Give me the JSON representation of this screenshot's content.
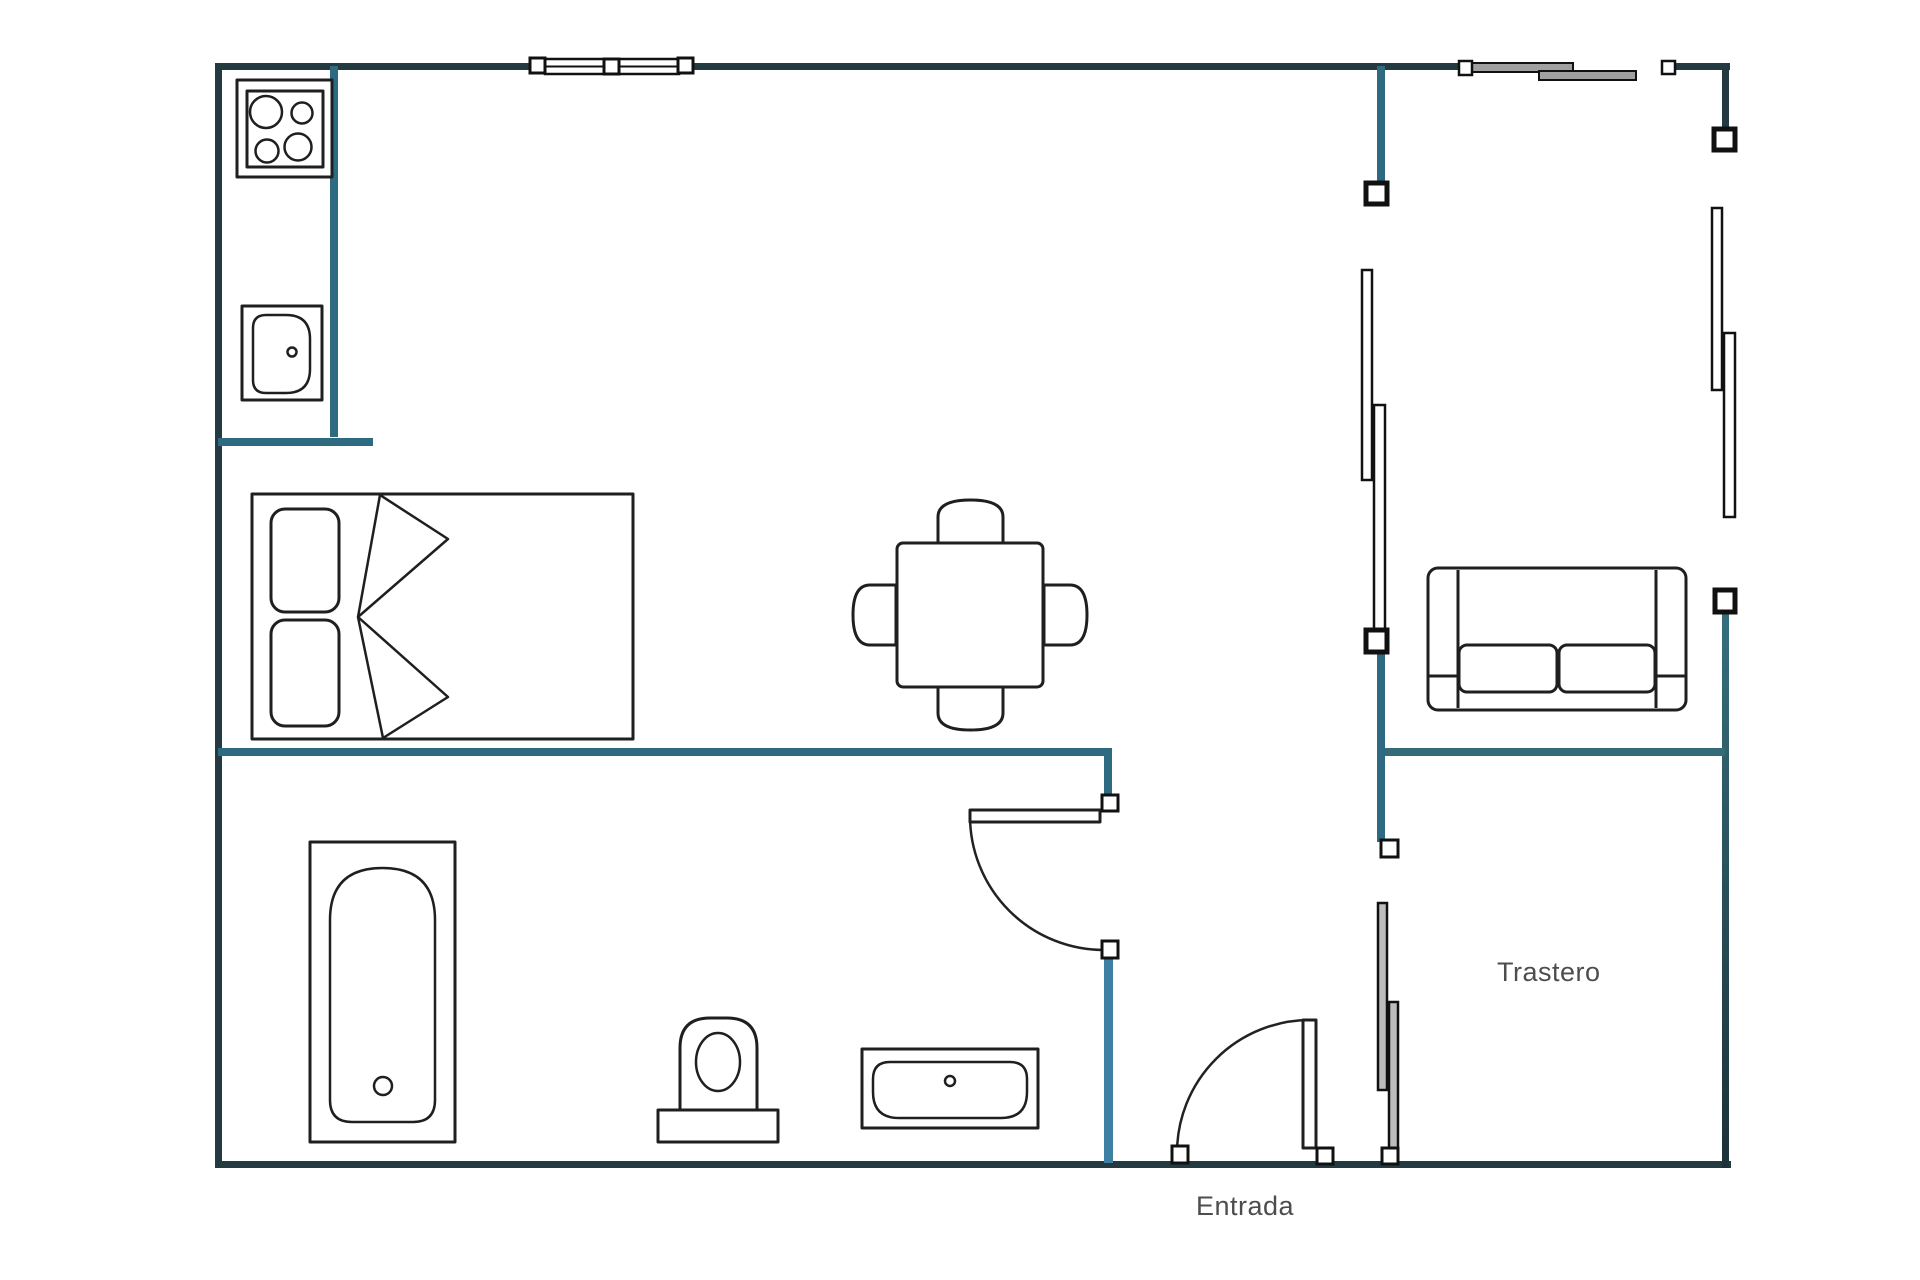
{
  "labels": {
    "storage_room": "Trastero",
    "entrance": "Entrada"
  },
  "colors": {
    "background": "#ffffff",
    "outer_wall": "#233a41",
    "interior_wall": "#2f6b80",
    "corridor_wall": "#3d80a3",
    "trastero_wall": "#336b77",
    "right_wall_gradient_top": "#356f7d",
    "right_wall_gradient_bottom": "#1c3137",
    "outline": "#1f1f1f",
    "sliding_panel_gray": "#a0a0a0",
    "sliding_panel_light": "#bdbdbd",
    "label_text": "#4d4d4d"
  },
  "fixtures": [
    "stove-icon",
    "kitchen-sink-icon",
    "double-bed-icon",
    "dining-table-icon",
    "sofa-icon",
    "bathtub-icon",
    "toilet-icon",
    "bathroom-sink-icon"
  ],
  "openings": [
    "window-top",
    "sliding-door-top",
    "sliding-window-right",
    "sliding-door-living",
    "sliding-door-trastero",
    "bathroom-door",
    "entrance-door"
  ]
}
